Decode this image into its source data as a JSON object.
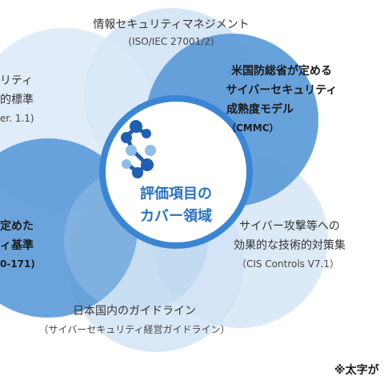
{
  "colors": {
    "petal_pale": "#cfe2f4",
    "petal_mid": "#a9cbec",
    "petal_strong": "#5b9ad8",
    "petal_strong_dark": "#4a8bd0",
    "center_ring": "#3b86d4",
    "logo_dark": "#1f5fb0",
    "logo_light": "#8fbde8",
    "center_text": "#2a73c8"
  },
  "center": {
    "line1": "評価項目の",
    "line2": "カバー領域",
    "icon": "molecule-s-logo-icon"
  },
  "petals": {
    "top": {
      "title": "情報セキュリティマネジメント",
      "sub": "(ISO/IEC 27001/2)"
    },
    "top_right": {
      "line1": "米国防総省が定める",
      "line2": "サイバーセキュリティ",
      "line3": "成熟度モデル",
      "sub": "（CMMC）"
    },
    "top_left": {
      "line1": "リティ",
      "line2": "的標準",
      "line3": "er. 1.1)"
    },
    "left": {
      "line1": "定めた",
      "line2": "ィ基準",
      "line3": "0-171)"
    },
    "bottom_right": {
      "line1": "サイバー攻撃等への",
      "line2": "効果的な技術的対策集",
      "sub": "（CIS Controls V7.1）"
    },
    "bottom": {
      "title": "日本国内のガイドライン",
      "sub": "（サイバーセキュリティ経営ガイドライン）"
    }
  },
  "footnote": "※太字が"
}
